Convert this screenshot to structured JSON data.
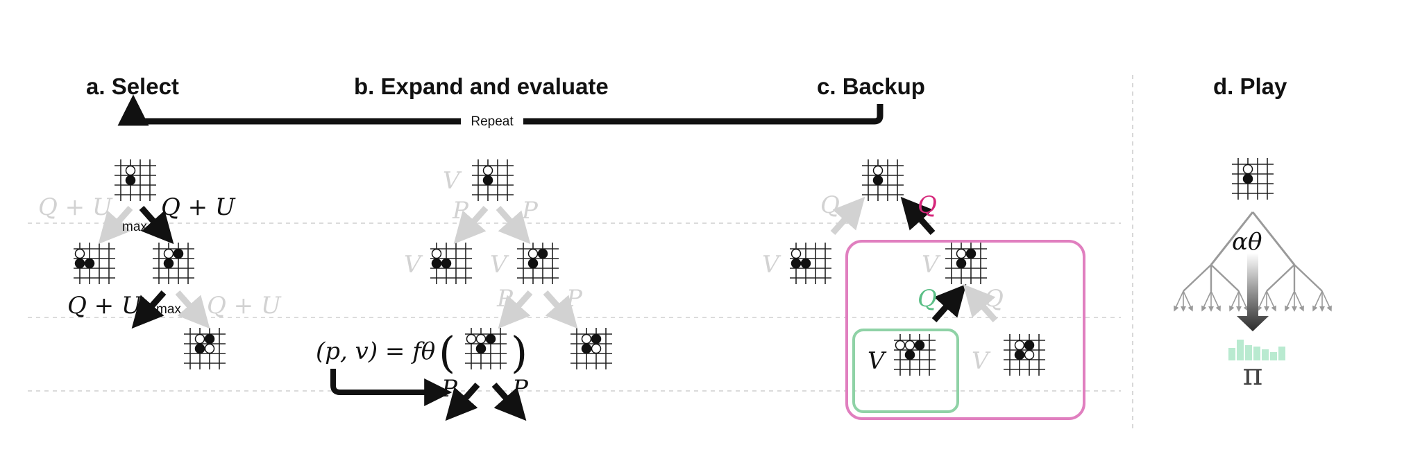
{
  "panels": {
    "select": "a. Select",
    "expand": "b. Expand and evaluate",
    "backup": "c. Backup",
    "play": "d. Play"
  },
  "repeat_label": "Repeat",
  "labels": {
    "q_plus_u": "Q + U",
    "max": "max",
    "V": "V",
    "P": "P",
    "Q": "Q",
    "formula": "(p, v) = fθ",
    "alpha": "αθ",
    "pi": "π"
  },
  "colors": {
    "dark": "#111111",
    "light": "#d2d2d2",
    "pink": "#d6287b",
    "green": "#8fd2a6",
    "green_bars": "#b9ead0",
    "tree_gray": "#8a8a8a",
    "dashed": "#cfcfcf"
  }
}
